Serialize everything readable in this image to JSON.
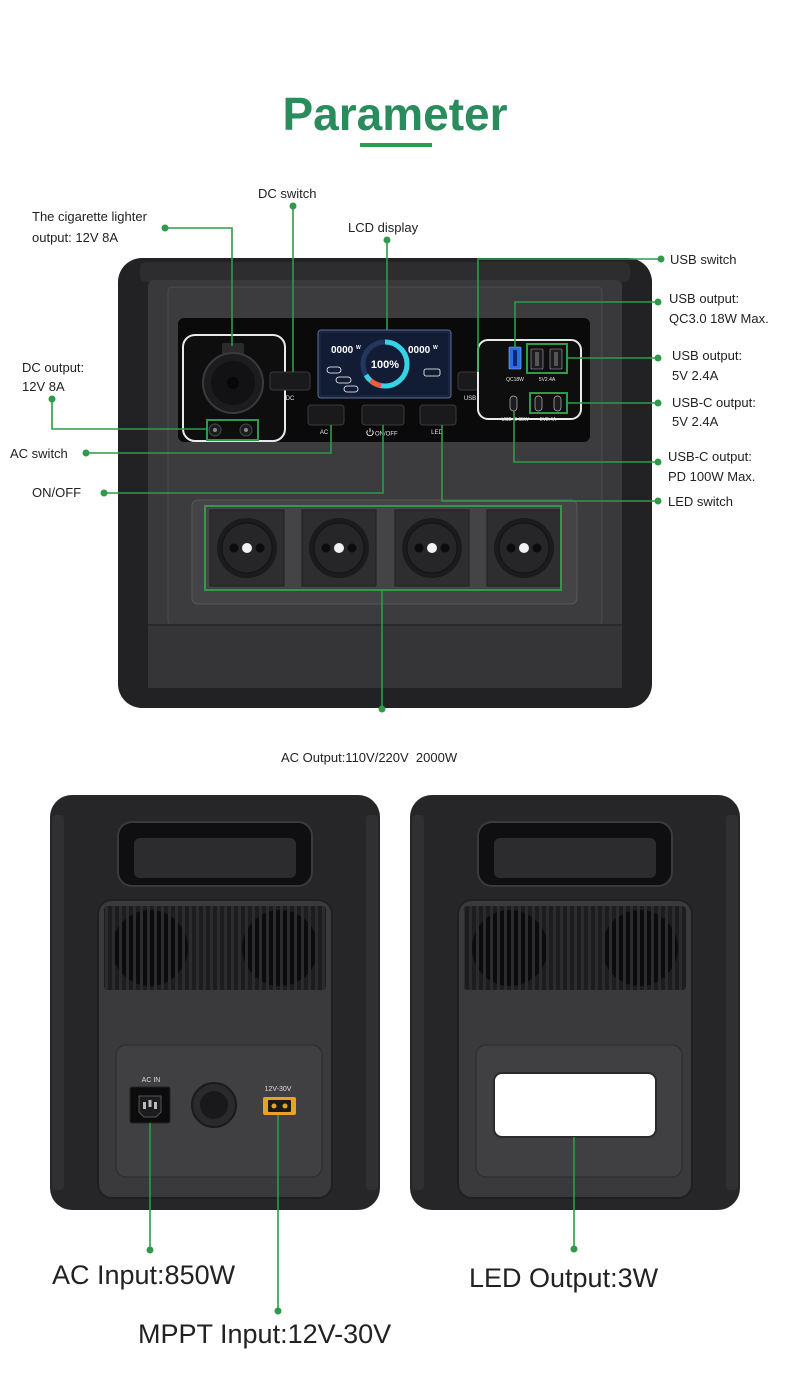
{
  "title": "Parameter",
  "colors": {
    "accent": "#2f9a4a",
    "title": "#2a8c5c",
    "device_body": "#2a2a2c",
    "xt60_port": "#e6a324",
    "qc_port": "#2b6de0"
  },
  "icons": {
    "on_off": "power-icon"
  },
  "front": {
    "lcd": {
      "left_value": "0000",
      "left_unit": "W",
      "center_value": "100%",
      "right_value": "0000",
      "right_unit": "W"
    },
    "buttons": {
      "dc": "DC",
      "ac": "AC",
      "on_off": "ON/OFF",
      "led": "LED",
      "usb": "USB"
    },
    "ports": {
      "qc": "QC18W",
      "usb_a": "5V2.4A",
      "usb_c_pd": "USB-C 65W",
      "usb_c": "5V2.4A"
    }
  },
  "callouts": {
    "cigarette_lighter": [
      "The cigarette lighter",
      "output: 12V 8A"
    ],
    "dc_switch": [
      "DC switch"
    ],
    "lcd_display": [
      "LCD display"
    ],
    "usb_switch": [
      "USB switch"
    ],
    "usb_output_qc": [
      "USB output:",
      "QC3.0 18W Max."
    ],
    "usb_output_5v": [
      "USB output:",
      "5V 2.4A"
    ],
    "usb_c_output_5v": [
      "USB-C output:",
      "5V 2.4A"
    ],
    "dc_output": [
      "DC output:",
      "12V 8A"
    ],
    "ac_switch": [
      "AC switch"
    ],
    "on_off": [
      "ON/OFF"
    ],
    "usb_c_output_pd": [
      "USB-C output:",
      "PD 100W Max."
    ],
    "led_switch": [
      "LED switch"
    ],
    "ac_output": [
      "AC Output:110V/220V  2000W"
    ]
  },
  "back": {
    "ac_in_label": "AC IN",
    "mppt_port_label": "12V-30V"
  },
  "bottom_labels": {
    "ac_input": "AC Input:850W",
    "mppt_input": "MPPT Input:12V-30V",
    "led_output": "LED Output:3W"
  }
}
